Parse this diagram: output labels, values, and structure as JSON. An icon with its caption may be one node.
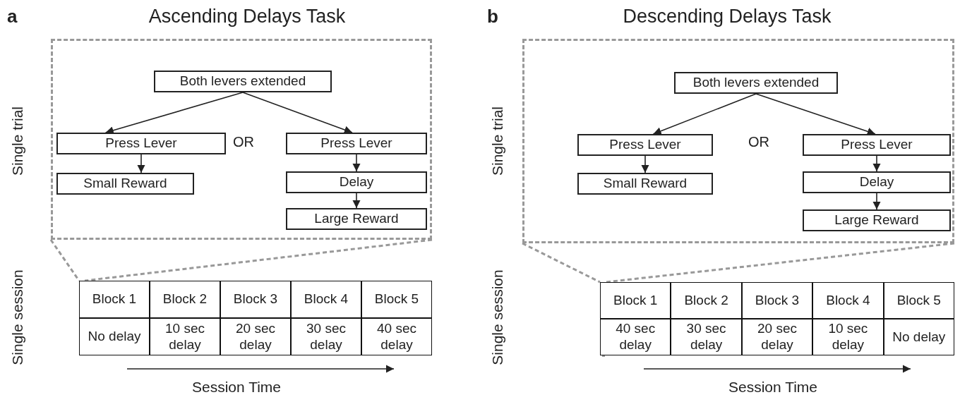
{
  "diagram": {
    "nodes": [
      {
        "text": [],
        "shape": "box"
      },
      {
        "text": [
          "Both levers extended"
        ],
        "in": 0
      },
      {
        "text": [
          "Press Lever"
        ],
        "in": 0
      },
      {
        "text": [
          "Small Reward"
        ],
        "in": 0
      },
      {
        "text": [
          "Press Lever"
        ],
        "in": 0
      },
      {
        "text": [
          "Delay"
        ],
        "in": 0
      },
      {
        "text": [
          "Large Reward"
        ],
        "in": 0
      },
      {
        "text": [],
        "shape": "box"
      },
      {
        "text": [
          "Block 1"
        ],
        "in": 7
      },
      {
        "text": [
          "Block 2"
        ],
        "in": 7
      },
      {
        "text": [
          "Block 3"
        ],
        "in": 7
      },
      {
        "text": [
          "Block 4"
        ],
        "in": 7
      },
      {
        "text": [
          "Block 5"
        ],
        "in": 7
      },
      {
        "text": [
          "No delay"
        ],
        "in": 7
      },
      {
        "text": [
          "10 sec delay"
        ],
        "in": 7
      },
      {
        "text": [
          "20 sec delay"
        ],
        "in": 7
      },
      {
        "text": [
          "30 sec delay"
        ],
        "in": 7
      },
      {
        "text": [
          "40 sec delay"
        ],
        "in": 7
      },
      {
        "text": [],
        "shape": "box"
      },
      {
        "text": [
          "Both levers extended"
        ],
        "in": 18
      },
      {
        "text": [
          "Press Lever"
        ],
        "in": 18
      },
      {
        "text": [
          "Small Reward"
        ],
        "in": 18
      },
      {
        "text": [
          "Press Lever"
        ],
        "in": 18
      },
      {
        "text": [
          "Delay"
        ],
        "in": 18
      },
      {
        "text": [
          "Large Reward"
        ],
        "in": 18
      },
      {
        "text": [],
        "shape": "box"
      },
      {
        "text": [
          "Block 1"
        ],
        "in": 25
      },
      {
        "text": [
          "Block 2"
        ],
        "in": 25
      },
      {
        "text": [
          "Block 3"
        ],
        "in": 25
      },
      {
        "text": [
          "Block 4"
        ],
        "in": 25
      },
      {
        "text": [
          "Block 5"
        ],
        "in": 25
      },
      {
        "text": [
          "40 sec delay"
        ],
        "in": 25
      },
      {
        "text": [
          "30 sec delay"
        ],
        "in": 25
      },
      {
        "text": [
          "20 sec delay"
        ],
        "in": 25
      },
      {
        "text": [
          "10 sec delay"
        ],
        "in": 25
      },
      {
        "text": [
          "No delay"
        ],
        "in": 25
      }
    ],
    "edges": [
      {
        "from": 1,
        "to": 2,
        "arrow": "to"
      },
      {
        "from": 2,
        "to": 3,
        "arrow": "to"
      },
      {
        "from": 1,
        "to": 4,
        "arrow": "to"
      },
      {
        "from": 4,
        "to": 5,
        "arrow": "to"
      },
      {
        "from": 5,
        "to": 6,
        "arrow": "to"
      },
      {
        "from": 0,
        "to": 7,
        "arrow": "none",
        "style": "dashed",
        "color": "#999999"
      },
      {
        "from": 0,
        "to": 7,
        "arrow": "none",
        "style": "dashed",
        "color": "#999999"
      },
      {
        "from": 19,
        "to": 20,
        "arrow": "to"
      },
      {
        "from": 20,
        "to": 21,
        "arrow": "to"
      },
      {
        "from": 19,
        "to": 22,
        "arrow": "to"
      },
      {
        "from": 22,
        "to": 23,
        "arrow": "to"
      },
      {
        "from": 23,
        "to": 24,
        "arrow": "to"
      },
      {
        "from": 18,
        "to": 25,
        "arrow": "none",
        "style": "dashed",
        "color": "#999999"
      },
      {
        "from": 18,
        "to": 25,
        "arrow": "none",
        "style": "dashed",
        "color": "#999999"
      }
    ],
    "labels": [
      "a",
      "Ascending Delays Task",
      "Single trial",
      "OR",
      "Single session",
      "Session Time",
      "b",
      "Descending Delays Task",
      "Single trial",
      "OR",
      "Single session",
      "Session Time"
    ]
  }
}
